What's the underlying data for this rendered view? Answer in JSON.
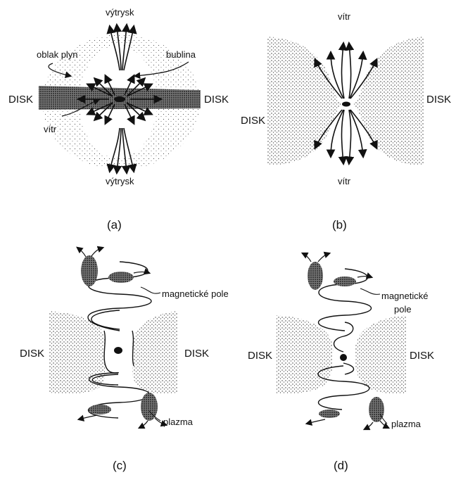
{
  "panels": {
    "a": {
      "caption": "(a)",
      "jet_top": "výtrysk",
      "jet_bottom": "výtrysk",
      "gas_cloud": "oblak plyn",
      "bubble": "bublina",
      "disk_left": "DISK",
      "disk_right": "DISK",
      "wind": "vítr"
    },
    "b": {
      "caption": "(b)",
      "wind_top": "vítr",
      "wind_bottom": "vítr",
      "disk_left": "DISK",
      "disk_right": "DISK"
    },
    "c": {
      "caption": "(c)",
      "magnetic_field": "magnetické pole",
      "plasma": "plazma",
      "disk_left": "DISK",
      "disk_right": "DISK"
    },
    "d": {
      "caption": "(d)",
      "magnetic_field_1": "magnetické",
      "magnetic_field_2": "pole",
      "plasma": "plazma",
      "disk_left": "DISK",
      "disk_right": "DISK"
    }
  },
  "colors": {
    "ink": "#111111",
    "stipple": "#333333"
  }
}
